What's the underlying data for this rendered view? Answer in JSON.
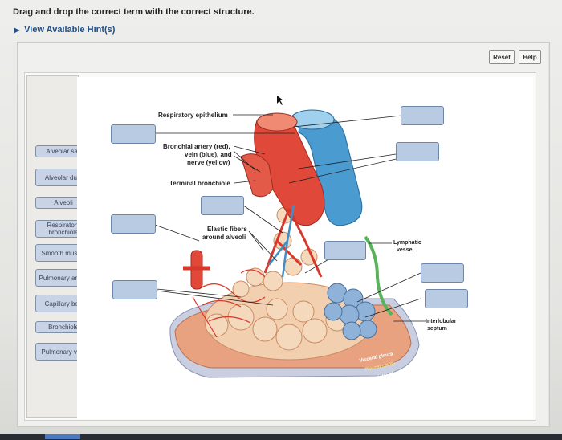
{
  "instruction": "Drag and drop the correct term with the correct structure.",
  "hint_link": "View Available Hint(s)",
  "buttons": {
    "reset": "Reset",
    "help": "Help"
  },
  "labels": [
    "Alveolar sac",
    "Alveolar duct",
    "Alveoli",
    "Respiratory bronchiole",
    "Smooth muscle",
    "Pulmonary artery",
    "Capillary bed",
    "Bronchiole",
    "Pulmonary vein"
  ],
  "diagram": {
    "respiratory_epithelium": "Respiratory epithelium",
    "bronchial_line1": "Bronchial artery (red),",
    "bronchial_line2": "vein (blue), and",
    "bronchial_line3": "nerve (yellow)",
    "terminal_bronchiole": "Terminal bronchiole",
    "elastic_line1": "Elastic fibers",
    "elastic_line2": "around alveoli",
    "lymphatic_line1": "Lymphatic",
    "lymphatic_line2": "vessel",
    "interlobular_line1": "Interlobular",
    "interlobular_line2": "septum",
    "visceral_pleura": "Visceral pleura",
    "pleural_cavity": "Pleural cavity",
    "parietal_pleura": "Parietal pleura"
  },
  "colors": {
    "label_fill": "#c8d4e6",
    "drop_fill": "#b9cae3",
    "artery": "#e0483a",
    "vein": "#3f8fc6",
    "alveoli": "#f0c9a6"
  }
}
